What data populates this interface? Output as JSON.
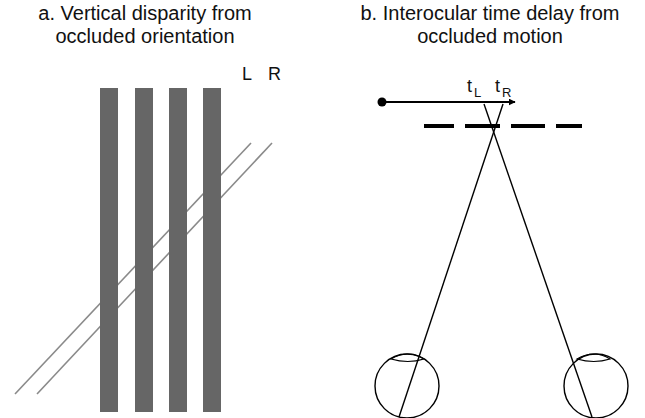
{
  "diagram": {
    "labels": [
      "a. Vertical disparity from occluded orientation",
      "b. Interocular time delay from occluded motion",
      "L",
      "R",
      "t",
      "L",
      "t",
      "R"
    ]
  }
}
